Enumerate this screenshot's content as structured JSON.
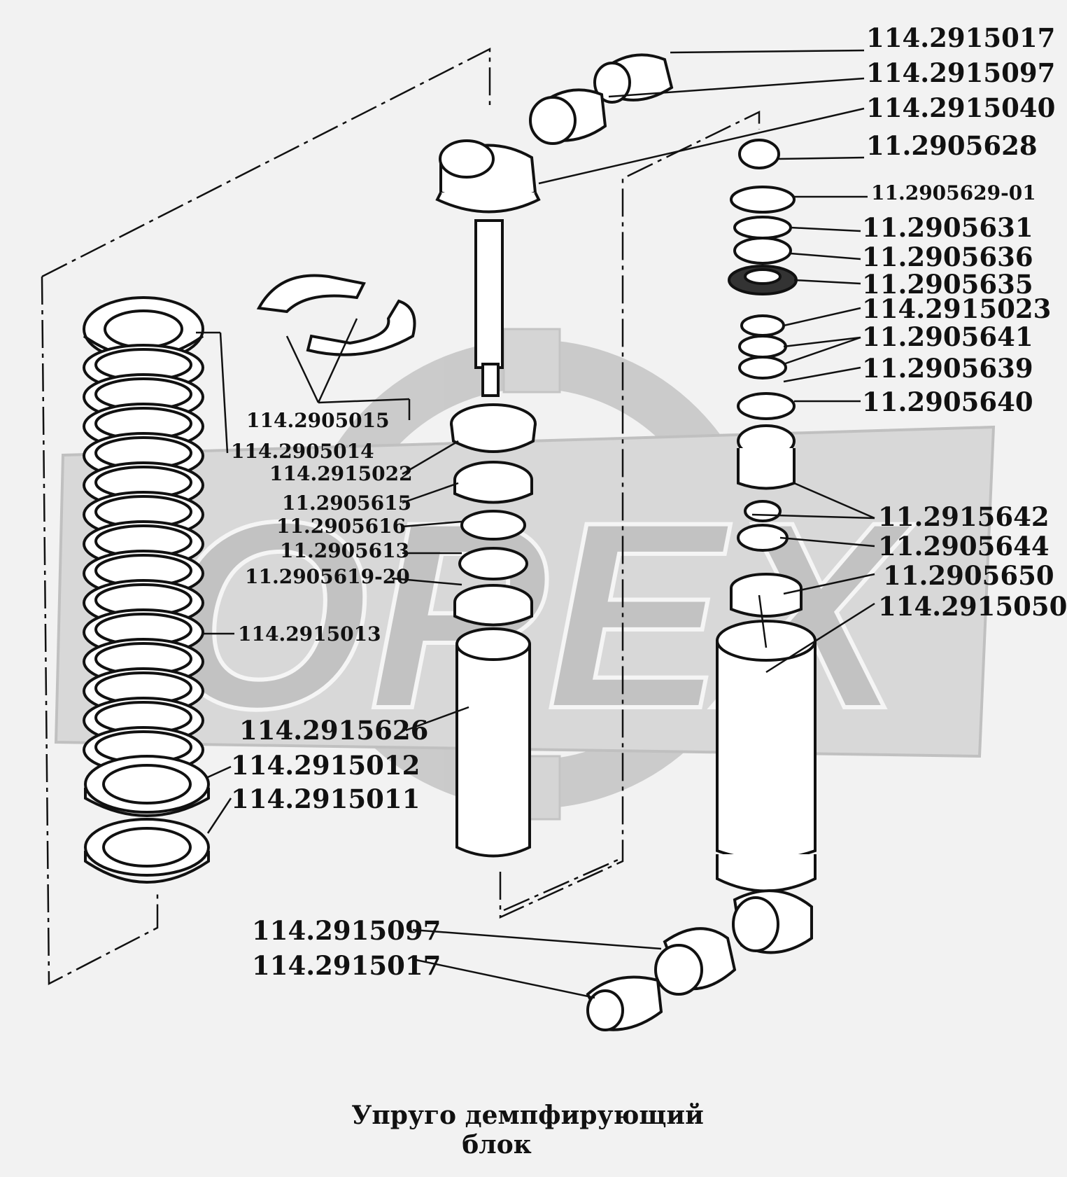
{
  "watermark": "OPEX",
  "caption": {
    "line1": "Упруго демпфирующий",
    "line2": "блок"
  },
  "labels": [
    "114.2915017",
    "114.2915097",
    "114.2915040",
    "11.2905628",
    "11.2905629-01",
    "11.2905631",
    "11.2905636",
    "11.2905635",
    "114.2915023",
    "11.2905641",
    "11.2905639",
    "11.2905640",
    "114.2905015",
    "114.2905014",
    "114.2915022",
    "11.2905615",
    "11.2905616",
    "11.2905613",
    "11.2905619-20",
    "114.2915013",
    "11.2915642",
    "11.2905644",
    "11.2905650",
    "114.2915050",
    "114.2915626",
    "114.2915012",
    "114.2915011",
    "114.2915097",
    "114.2915017"
  ],
  "colors": {
    "background": "#f2f2f2",
    "ink": "#111111",
    "watermark": "#c8c8c8"
  }
}
